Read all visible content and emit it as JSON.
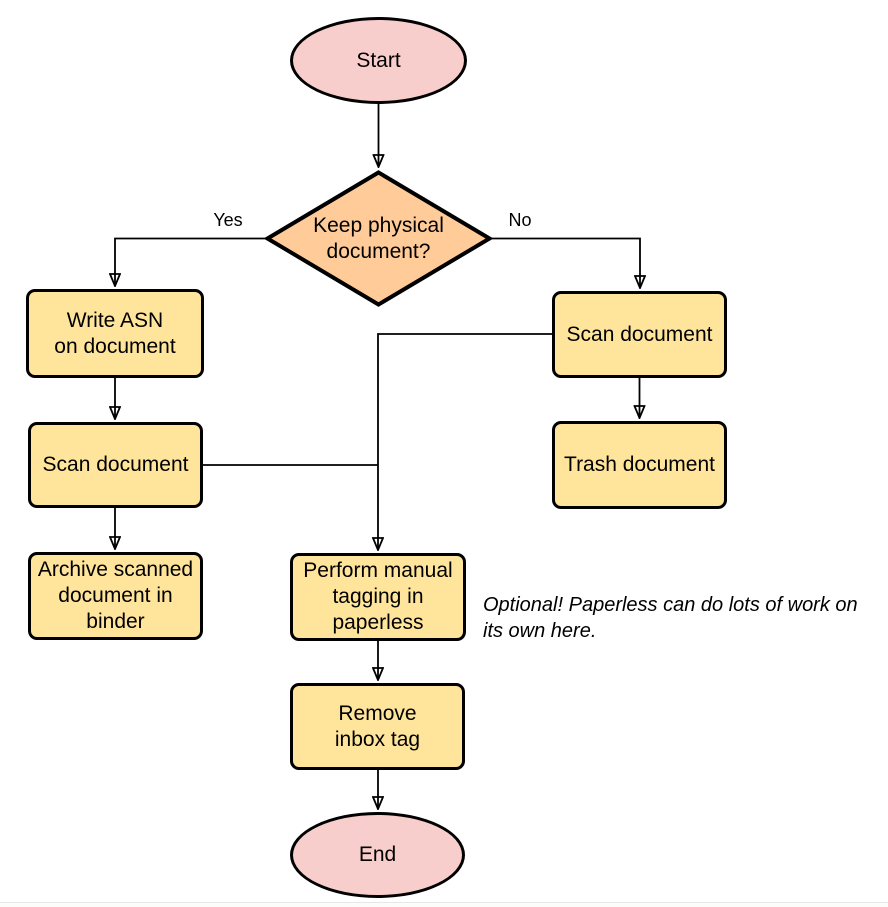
{
  "diagram": {
    "type": "flowchart",
    "nodes": {
      "start": {
        "label": "Start",
        "shape": "terminal"
      },
      "decision": {
        "label": "Keep physical\ndocument?",
        "shape": "decision"
      },
      "write_asn": {
        "label": "Write ASN\non document",
        "shape": "process"
      },
      "scan_left": {
        "label": "Scan document",
        "shape": "process"
      },
      "archive": {
        "label": "Archive scanned\ndocument in\nbinder",
        "shape": "process"
      },
      "scan_right": {
        "label": "Scan document",
        "shape": "process"
      },
      "trash": {
        "label": "Trash document",
        "shape": "process"
      },
      "tagging": {
        "label": "Perform manual\ntagging in\npaperless",
        "shape": "process"
      },
      "remove_inbox": {
        "label": "Remove\ninbox tag",
        "shape": "process"
      },
      "end": {
        "label": "End",
        "shape": "terminal"
      }
    },
    "edge_labels": {
      "yes": "Yes",
      "no": "No"
    },
    "annotation": "Optional! Paperless can do lots of work on\nits own here.",
    "colors": {
      "terminal_fill": "#F8CECC",
      "decision_fill": "#FFCC99",
      "process_fill": "#FFE59B",
      "stroke": "#000000"
    }
  }
}
